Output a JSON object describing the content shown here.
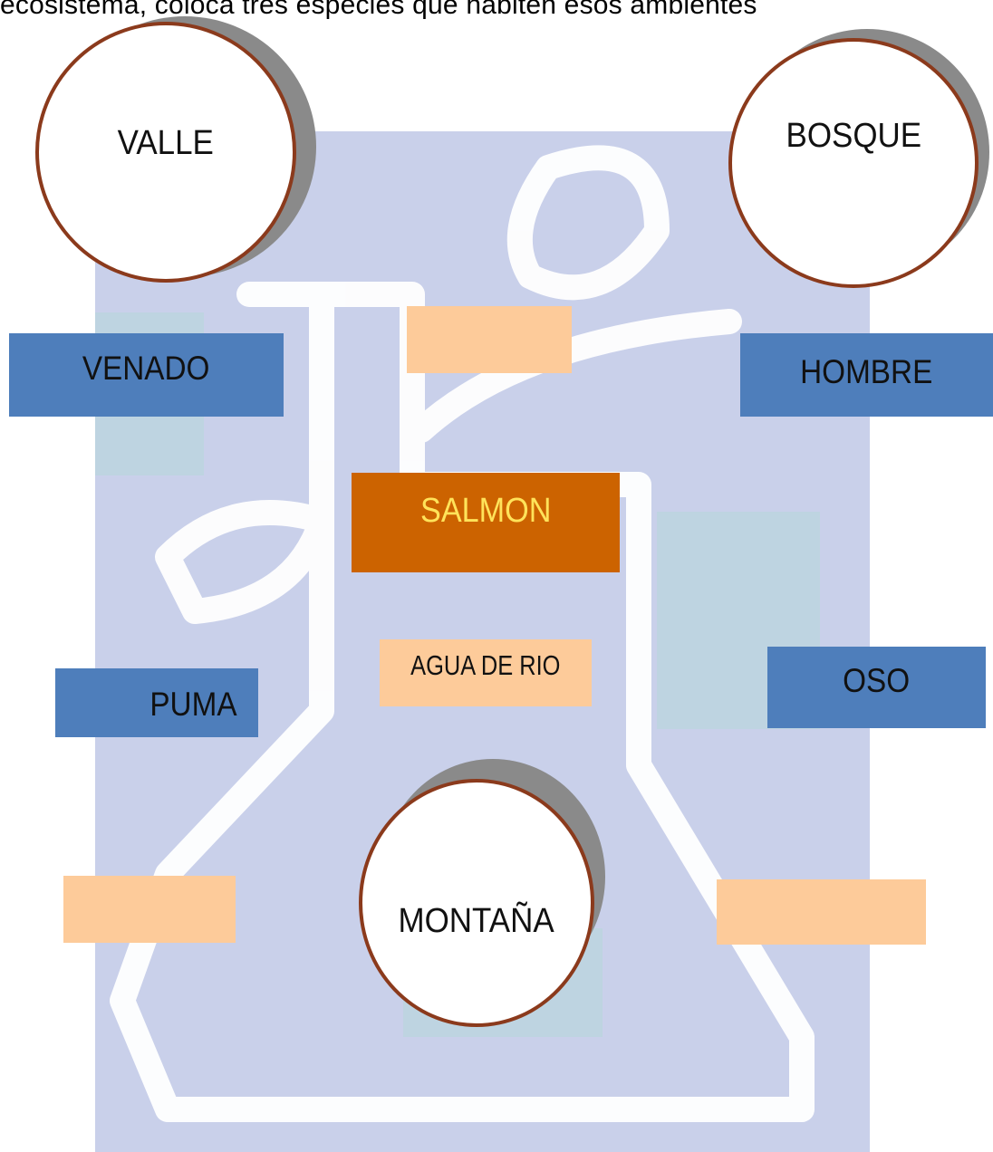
{
  "heading": "ecosistema, coloca tres especies que habiten esos ambientes",
  "circles": {
    "valle": "VALLE",
    "bosque": "BOSQUE",
    "montana": "MONTAÑA"
  },
  "boxes": {
    "venado": "VENADO",
    "hombre": "HOMBRE",
    "salmon": "SALMON",
    "agua_de_rio": "AGUA DE RIO",
    "puma": "PUMA",
    "oso": "OSO",
    "blank_top": "",
    "blank_left": "",
    "blank_right": ""
  },
  "colors": {
    "species_box": "#4e7ebb",
    "blank_box": "#fdcb9a",
    "center_box": "#cc6300",
    "center_text": "#ffe35a",
    "circle_border": "#8b3a1c",
    "watermark": "#c9d0ea"
  }
}
